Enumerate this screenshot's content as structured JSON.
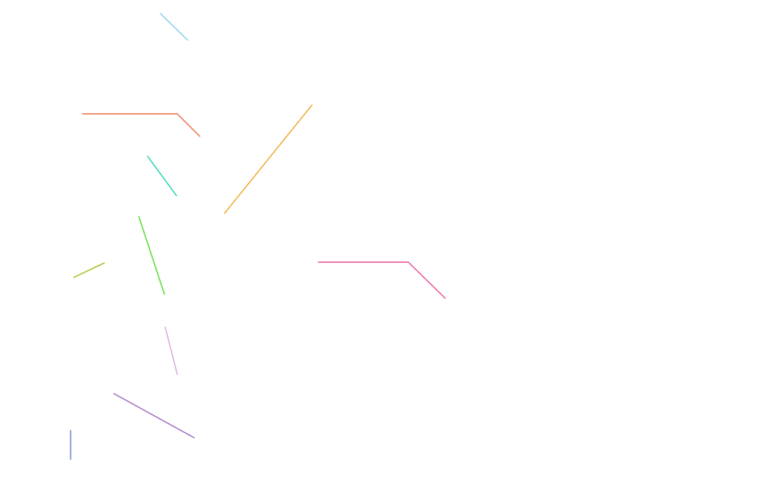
{
  "diagram": {
    "background": "#ffffff",
    "segments": [
      {
        "name": "skyblue-stroke",
        "color": "#87CEEB"
      },
      {
        "name": "coral-polyline",
        "color": "#E8734F"
      },
      {
        "name": "orange-stroke",
        "color": "#F0A830"
      },
      {
        "name": "teal-stroke",
        "color": "#20D0B0"
      },
      {
        "name": "green-stroke",
        "color": "#55DD33"
      },
      {
        "name": "olive-stroke",
        "color": "#A8C020"
      },
      {
        "name": "pink-polyline",
        "color": "#E8559A"
      },
      {
        "name": "lavender-stroke",
        "color": "#D8A8D8"
      },
      {
        "name": "purple-stroke",
        "color": "#A070C0"
      },
      {
        "name": "steelblue-stroke",
        "color": "#6688BB"
      }
    ]
  }
}
